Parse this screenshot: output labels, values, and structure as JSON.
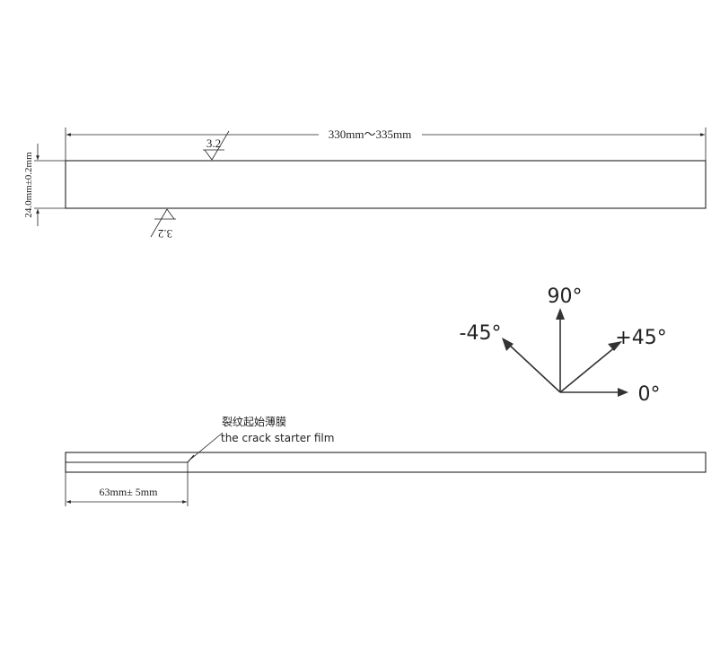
{
  "top_view": {
    "length_dim": "330mm～335mm",
    "width_dim": "24.0mm±0.2mm",
    "roughness_top": "3.2",
    "roughness_bottom": "3.2"
  },
  "orientation": {
    "label_90": "90°",
    "label_plus45": "+45°",
    "label_minus45": "-45°",
    "label_0": "0°"
  },
  "side_view": {
    "film_label_cn": "裂纹起始薄膜",
    "film_label_en": "the crack starter film",
    "film_length_dim": "63mm± 5mm"
  }
}
